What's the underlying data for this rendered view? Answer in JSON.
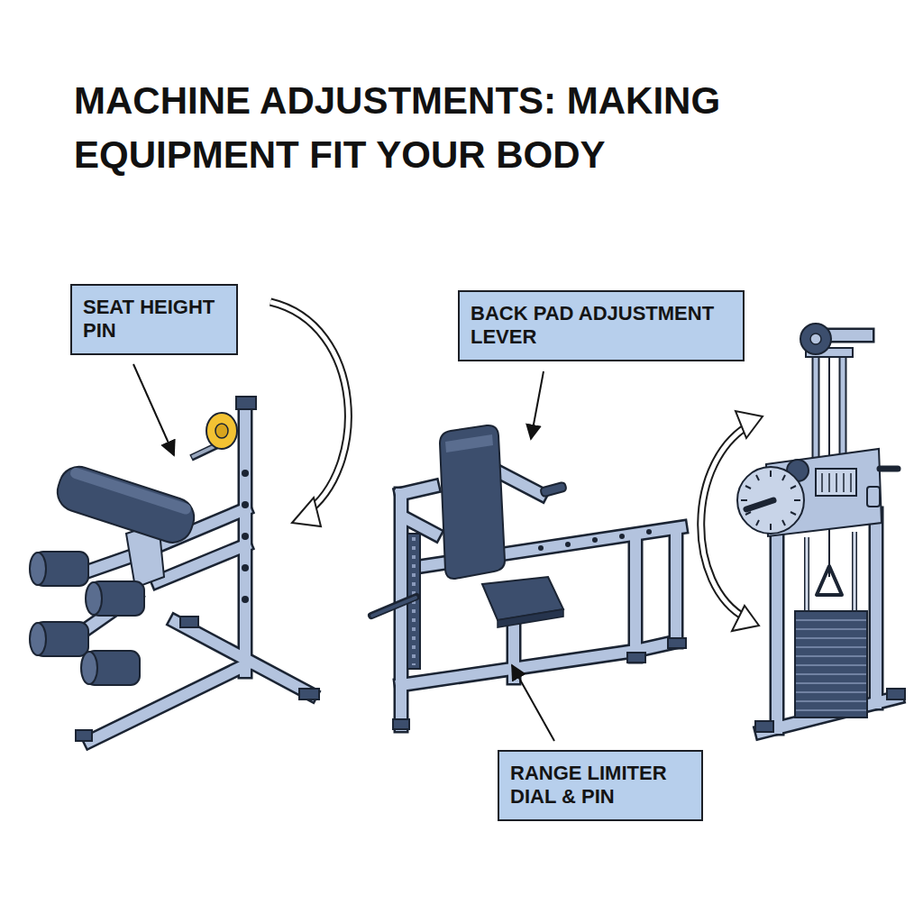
{
  "diagram": {
    "title": "MACHINE ADJUSTMENTS: MAKING EQUIPMENT FIT YOUR BODY",
    "nodes": [
      {
        "text": [
          "SEAT HEIGHT PIN"
        ]
      },
      {
        "text": [
          "BACK PAD ADJUSTMENT LEVER"
        ]
      },
      {
        "text": [
          "RANGE LIMITER DIAL & PIN"
        ]
      }
    ]
  }
}
